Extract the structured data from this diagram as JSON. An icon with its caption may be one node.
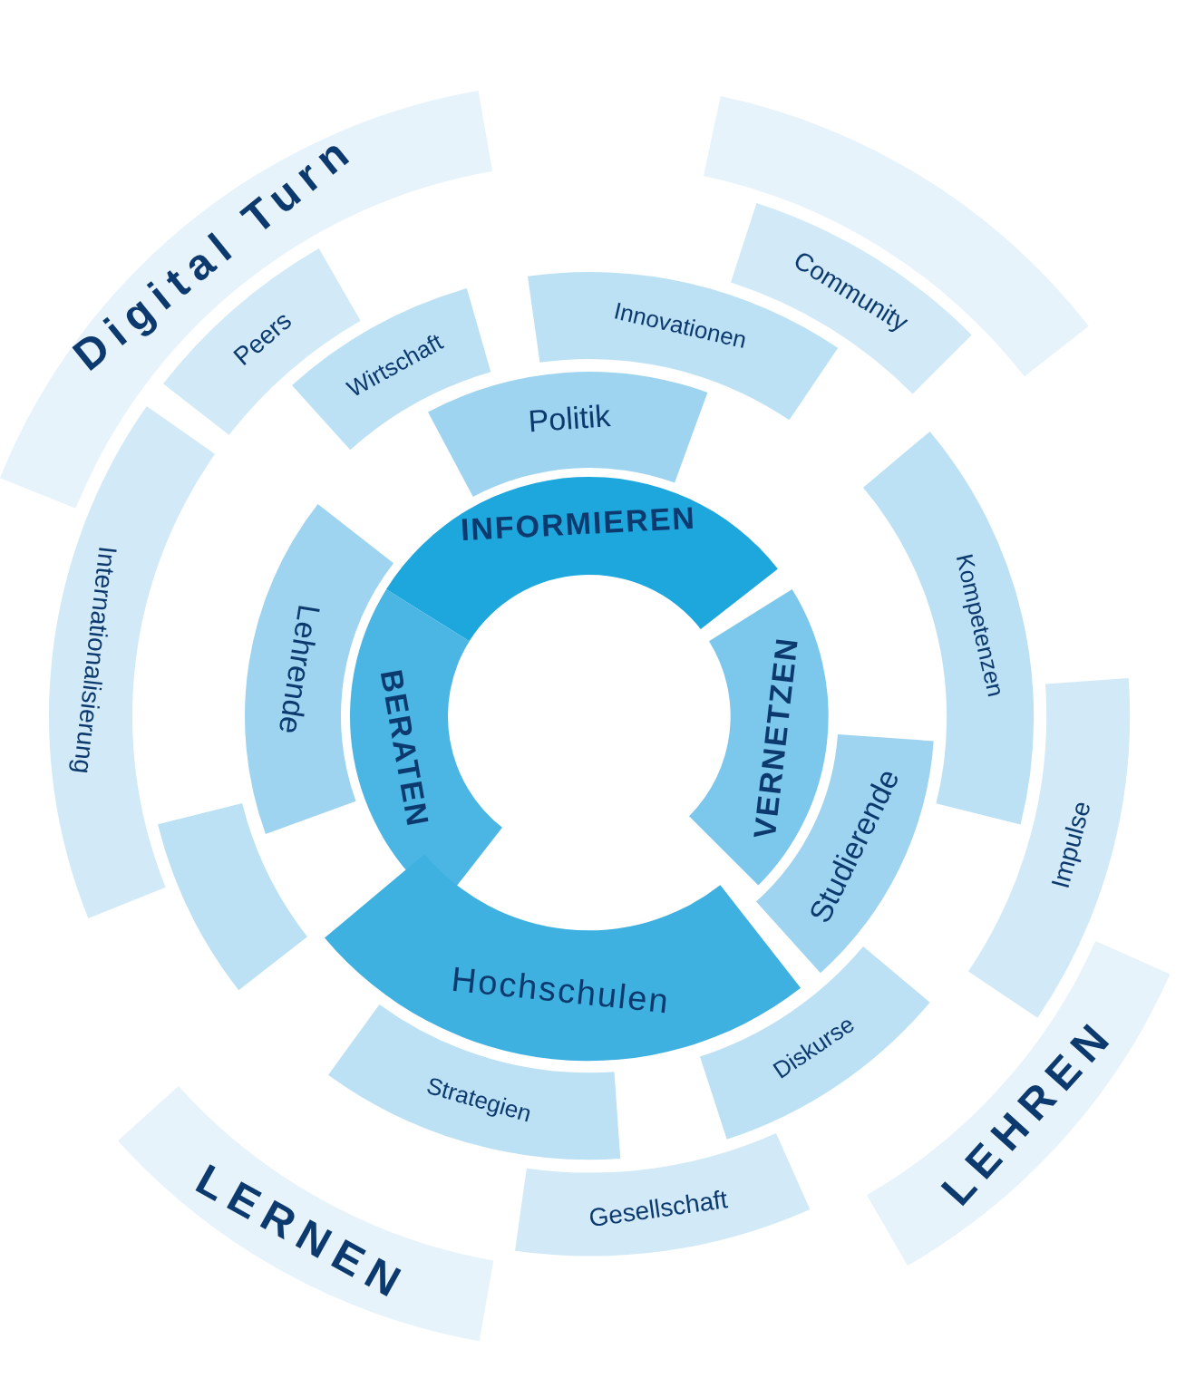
{
  "diagram": {
    "nodes": [
      {
        "text": [
          "Digital Turn"
        ]
      },
      {
        "text": [],
        "shape": "band"
      },
      {
        "text": [
          "Peers"
        ]
      },
      {
        "text": [
          "Community"
        ]
      },
      {
        "text": [
          "Wirtschaft"
        ]
      },
      {
        "text": [
          "Innovationen"
        ]
      },
      {
        "text": [
          "Politik"
        ]
      },
      {
        "text": [
          "INFORMIEREN"
        ]
      },
      {
        "text": [
          "Kompetenzen"
        ]
      },
      {
        "text": [
          "Internationalisierung"
        ]
      },
      {
        "text": [
          "Lehrende"
        ]
      },
      {
        "text": [
          "BERATEN"
        ]
      },
      {
        "text": [
          "VERNETZEN"
        ]
      },
      {
        "text": [],
        "shape": "band"
      },
      {
        "text": [
          "Impulse"
        ]
      },
      {
        "text": [
          "Studierende"
        ]
      },
      {
        "text": [
          "Hochschulen"
        ]
      },
      {
        "text": [
          "LEHREN"
        ]
      },
      {
        "text": [
          "Diskurse"
        ]
      },
      {
        "text": [
          "Strategien"
        ]
      },
      {
        "text": [
          "Gesellschaft"
        ]
      },
      {
        "text": [
          "LERNEN"
        ]
      }
    ]
  }
}
